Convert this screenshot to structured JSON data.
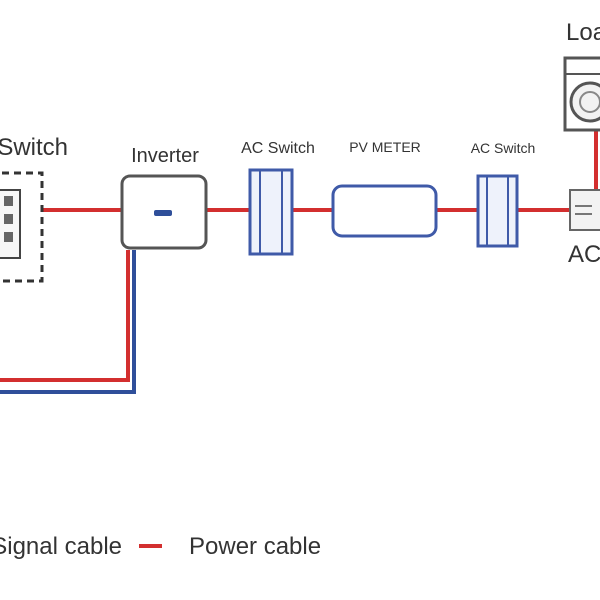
{
  "labels": {
    "switch": "Switch",
    "inverter": "Inverter",
    "ac_switch_left": "AC Switch",
    "pv_meter": "PV METER",
    "ac_switch_right": "AC Switch",
    "load": "Load",
    "ac_partial": "AC"
  },
  "legend": {
    "signal_cable": "Signal cable",
    "power_cable": "Power cable"
  },
  "colors": {
    "power_cable": "#d32f2f",
    "signal_cable": "#2f4f9a",
    "device_outline": "#555555",
    "switch_outline": "#3f5aa8"
  }
}
